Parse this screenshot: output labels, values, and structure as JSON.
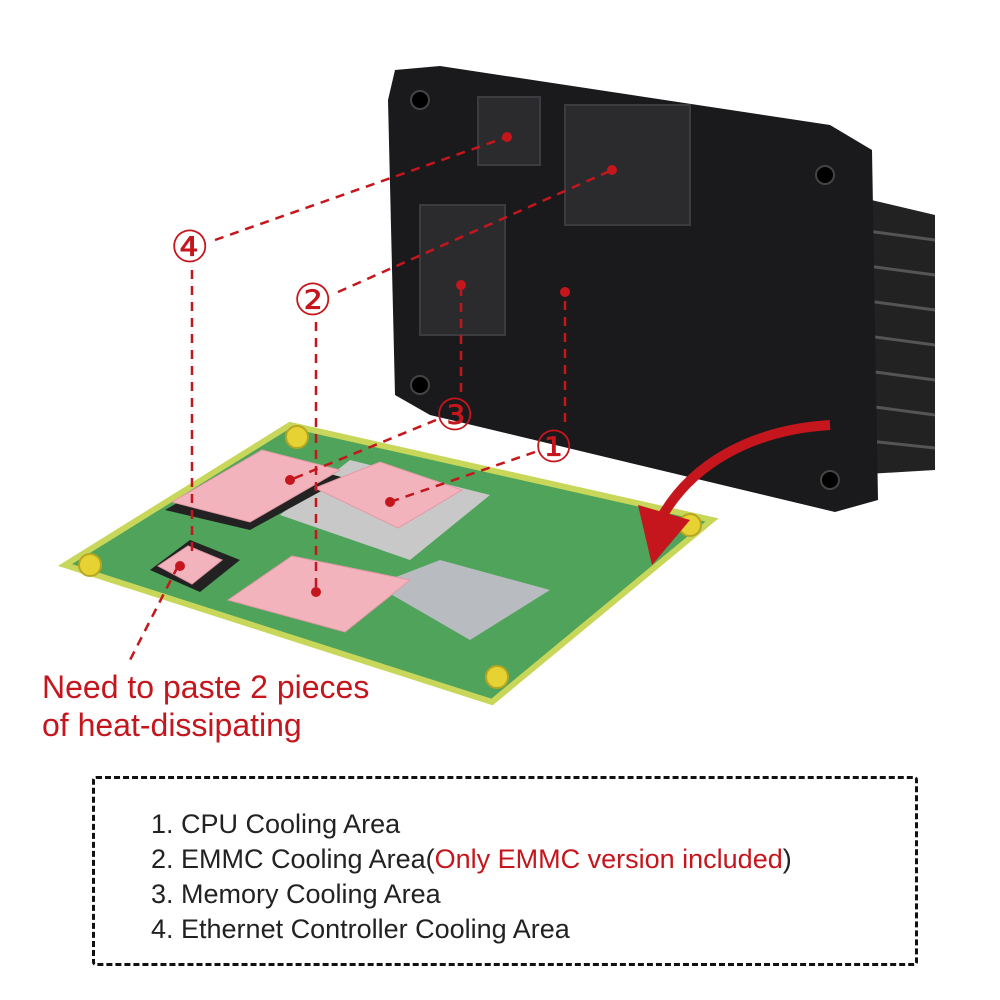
{
  "callouts": {
    "c1": "①",
    "c2": "②",
    "c3": "③",
    "c4": "④"
  },
  "note": {
    "line1": "Need to paste 2 pieces",
    "line2": "of heat-dissipating"
  },
  "legend": [
    {
      "text": "1. CPU Cooling Area"
    },
    {
      "text": "2. EMMC Cooling Area(",
      "highlight": "Only EMMC version included",
      "suffix": ")"
    },
    {
      "text": "3. Memory Cooling Area"
    },
    {
      "text": "4. Ethernet Controller Cooling Area"
    }
  ],
  "colors": {
    "accent": "#c4161c",
    "heatsink": "#1a1a1c",
    "board": "#4fa35a",
    "pad": "#f2b3bd"
  }
}
